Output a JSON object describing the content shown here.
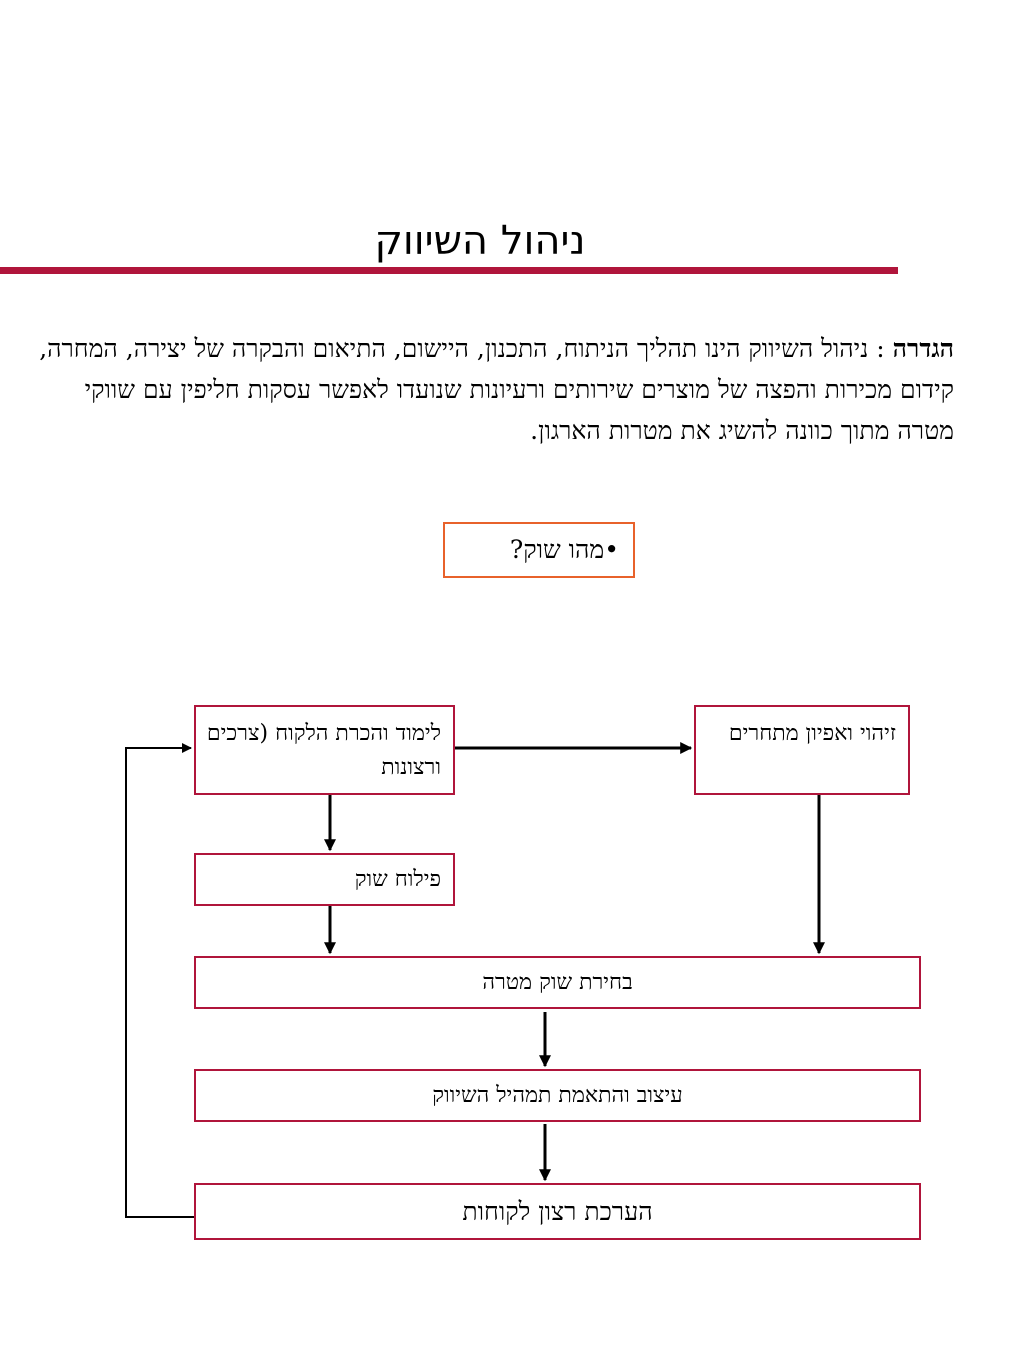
{
  "title": "ניהול השיווק",
  "definition": {
    "term": "הגדרה",
    "separator": " : ",
    "text": "ניהול השיווק הינו תהליך הניתוח, התכנון, היישום, התיאום והבקרה של יצירה, המחרה, קידום מכירות והפצה של מוצרים שירותים ורעיונות שנועדו לאפשר עסקות חליפין עם שווקי מטרה מתוך כוונה להשיג את מטרות הארגון."
  },
  "question": "•מהו שוק?",
  "diagram": {
    "customer_study": "לימוד והכרת הלקוח (צרכים ורצונות",
    "competitors": "זיהוי ואפיון מתחרים",
    "segmentation": "פילוח שוק",
    "target_market": "בחירת שוק מטרה",
    "marketing_mix": "עיצוב והתאמת תמהיל השיווק",
    "customer_value": "הערכת רצון לקוחות"
  },
  "colors": {
    "accent": "#b0153b",
    "question_border": "#e8622b"
  }
}
